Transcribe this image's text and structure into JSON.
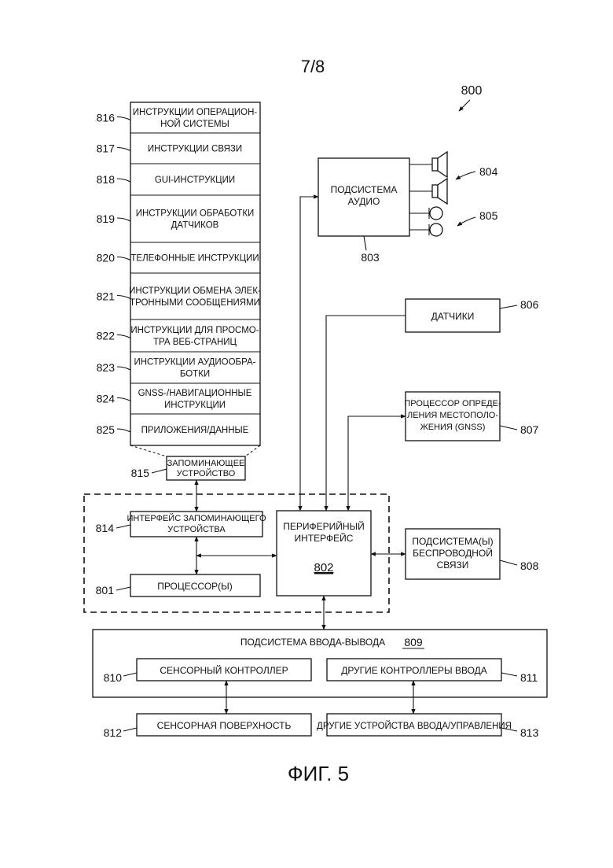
{
  "page_number": "7/8",
  "figure_ref": "800",
  "figure_caption": "ФИГ. 5",
  "memory_stack": {
    "items": [
      {
        "ref": "816",
        "lines": [
          "ИНСТРУКЦИИ ОПЕРАЦИОН-",
          "НОЙ СИСТЕМЫ"
        ]
      },
      {
        "ref": "817",
        "lines": [
          "ИНСТРУКЦИИ СВЯЗИ"
        ]
      },
      {
        "ref": "818",
        "lines": [
          "GUI-ИНСТРУКЦИИ"
        ]
      },
      {
        "ref": "819",
        "lines": [
          "ИНСТРУКЦИИ ОБРАБОТКИ",
          "ДАТЧИКОВ"
        ]
      },
      {
        "ref": "820",
        "lines": [
          "ТЕЛЕФОННЫЕ ИНСТРУКЦИИ"
        ]
      },
      {
        "ref": "821",
        "lines": [
          "ИНСТРУКЦИИ ОБМЕНА ЭЛЕК-",
          "ТРОННЫМИ СООБЩЕНИЯМИ"
        ]
      },
      {
        "ref": "822",
        "lines": [
          "ИНСТРУКЦИИ ДЛЯ ПРОСМО-",
          "ТРА ВЕБ-СТРАНИЦ"
        ]
      },
      {
        "ref": "823",
        "lines": [
          "ИНСТРУКЦИИ АУДИООБРА-",
          "БОТКИ"
        ]
      },
      {
        "ref": "824",
        "lines": [
          "GNSS-/НАВИГАЦИОННЫЕ",
          "ИНСТРУКЦИИ"
        ]
      },
      {
        "ref": "825",
        "lines": [
          "ПРИЛОЖЕНИЯ/ДАННЫЕ"
        ]
      }
    ]
  },
  "memory": {
    "ref": "815",
    "lines": [
      "ЗАПОМИНАЮЩЕЕ",
      "УСТРОЙСТВО"
    ]
  },
  "memory_interface": {
    "ref": "814",
    "lines": [
      "ИНТЕРФЕЙС ЗАПОМИНАЮЩЕГО",
      "УСТРОЙСТВА"
    ]
  },
  "processor": {
    "ref": "801",
    "label": "ПРОЦЕССОР(Ы)"
  },
  "peripheral_interface": {
    "ref": "802",
    "lines": [
      "ПЕРИФЕРИЙНЫЙ",
      "ИНТЕРФЕЙС"
    ],
    "number": "802"
  },
  "audio_subsystem": {
    "ref": "803",
    "lines": [
      "ПОДСИСТЕМА",
      "АУДИО"
    ]
  },
  "speakers": {
    "ref": "804"
  },
  "microphones": {
    "ref": "805"
  },
  "sensors": {
    "ref": "806",
    "label": "ДАТЧИКИ"
  },
  "location_processor": {
    "ref": "807",
    "lines": [
      "ПРОЦЕССОР ОПРЕДЕ-",
      "ЛЕНИЯ МЕСТОПОЛО-",
      "ЖЕНИЯ (GNSS)"
    ]
  },
  "wireless_subsystem": {
    "ref": "808",
    "lines": [
      "ПОДСИСТЕМА(Ы)",
      "БЕСПРОВОДНОЙ",
      "СВЯЗИ"
    ]
  },
  "io_subsystem": {
    "ref": "809",
    "label": "ПОДСИСТЕМА ВВОДА-ВЫВОДА",
    "number": "809"
  },
  "touch_controller": {
    "ref": "810",
    "label": "СЕНСОРНЫЙ КОНТРОЛЛЕР"
  },
  "other_input_controllers": {
    "ref": "811",
    "label": "ДРУГИЕ КОНТРОЛЛЕРЫ ВВОДА"
  },
  "touch_surface": {
    "ref": "812",
    "label": "СЕНСОРНАЯ ПОВЕРХНОСТЬ"
  },
  "other_input_devices": {
    "ref": "813",
    "label": "ДРУГИЕ УСТРОЙСТВА ВВОДА/УПРАВЛЕНИЯ"
  }
}
